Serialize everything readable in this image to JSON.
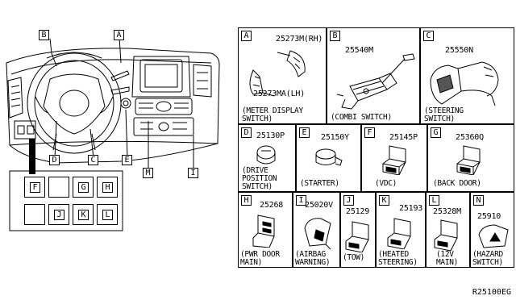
{
  "diagram": {
    "reference_code": "R25100EG",
    "overview_labels": [
      "B",
      "A",
      "D",
      "C",
      "E",
      "M",
      "I"
    ],
    "legend_labels": [
      "F",
      "",
      "G",
      "H",
      "",
      "J",
      "K",
      "L"
    ],
    "cells": [
      {
        "tag": "A",
        "part_no": "25273M(RH)",
        "part_no_2": "25273MA(LH)",
        "caption": "(METER DISPLAY\nSWITCH)"
      },
      {
        "tag": "B",
        "part_no": "25540M",
        "caption": "(COMBI SWITCH)"
      },
      {
        "tag": "C",
        "part_no": "25550N",
        "caption": "(STEERING\nSWITCH)"
      },
      {
        "tag": "D",
        "part_no": "25130P",
        "caption": "(DRIVE\nPOSITION\nSWITCH)"
      },
      {
        "tag": "E",
        "part_no": "25150Y",
        "caption": "(STARTER)"
      },
      {
        "tag": "F",
        "part_no": "25145P",
        "caption": "(VDC)"
      },
      {
        "tag": "G",
        "part_no": "25360Q",
        "caption": "(BACK DOOR)"
      },
      {
        "tag": "H",
        "part_no": "25268",
        "caption": "(PWR DOOR\nMAIN)"
      },
      {
        "tag": "I",
        "part_no": "25020V",
        "caption": "(AIRBAG\nWARNING)"
      },
      {
        "tag": "J",
        "part_no": "25129",
        "caption": "(TOW)"
      },
      {
        "tag": "K",
        "part_no": "25193",
        "caption": "(HEATED\nSTEERING)"
      },
      {
        "tag": "L",
        "part_no": "25328M",
        "caption": "(12V\nMAIN)"
      },
      {
        "tag": "N",
        "part_no": "25910",
        "caption": "(HAZARD\nSWITCH)"
      }
    ]
  }
}
